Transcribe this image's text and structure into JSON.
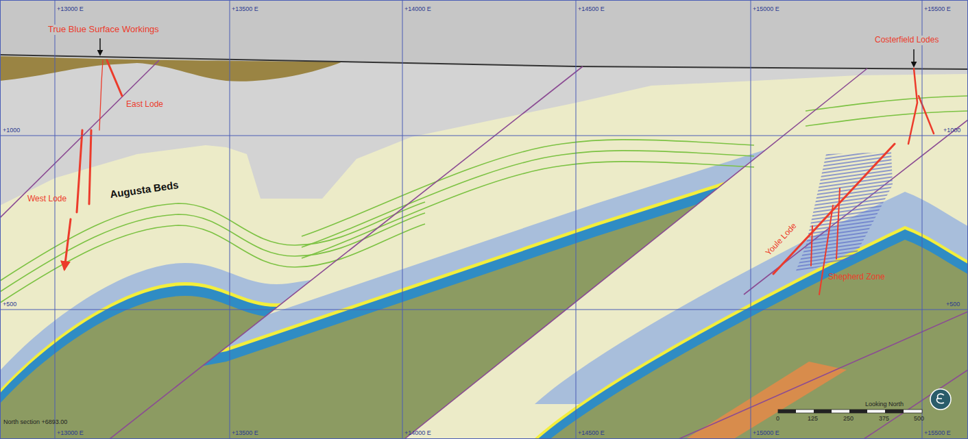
{
  "diagram": {
    "labels": [
      "True Blue Surface Workings",
      "East Lode",
      "West Lode",
      "Augusta Beds",
      "Costerfield Lodes",
      "Youle Lode",
      "Shepherd Zone",
      "+13000 E",
      "+13500 E",
      "+14000 E",
      "+14500 E",
      "+15000 E",
      "+15500 E",
      "+13000 E",
      "+13500 E",
      "+14000 E",
      "+14500 E",
      "+15000 E",
      "+15500 E",
      "+1000",
      "+1000",
      "+500",
      "+500",
      "North section +6893.00",
      "0",
      "125",
      "250",
      "375",
      "500",
      "Looking North"
    ]
  }
}
